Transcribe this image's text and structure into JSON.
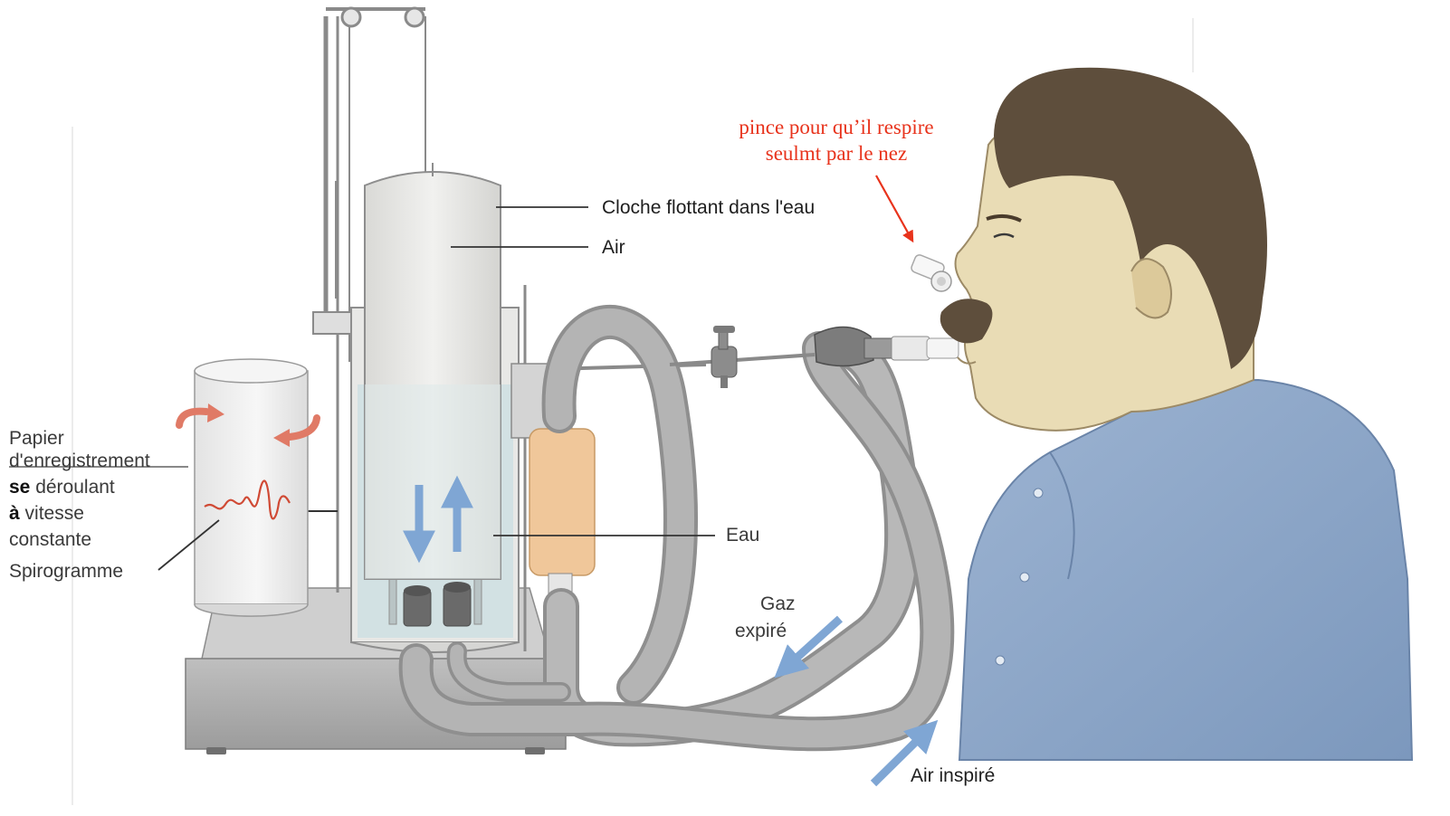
{
  "labels": {
    "cloche": "Cloche flottant dans l'eau",
    "air": "Air",
    "eau": "Eau",
    "gaz_line1": "Gaz",
    "gaz_line2": "expiré",
    "air_inspire": "Air inspiré",
    "spirogramme": "Spirogramme",
    "papier": {
      "line1": "Papier",
      "line2": "d'enregistrement",
      "line3_bold": "se",
      "line3_rest": " déroulant",
      "line4_bold": "à",
      "line4_rest": " vitesse",
      "line5": "constante"
    }
  },
  "annotation": {
    "line1": "pince pour qu’il respire",
    "line2": "seulmt par le nez",
    "color": "#e8331c"
  },
  "colors": {
    "arrow_blue": "#7fa6d4",
    "rotation_arrow": "#e07a66",
    "shirt": "#8aa6c8",
    "skin": "#e9dcb5",
    "hair": "#5e4e3c",
    "tube": "#a7a7a7",
    "filter": "#f0c79a",
    "water": "#cfe0e2"
  }
}
